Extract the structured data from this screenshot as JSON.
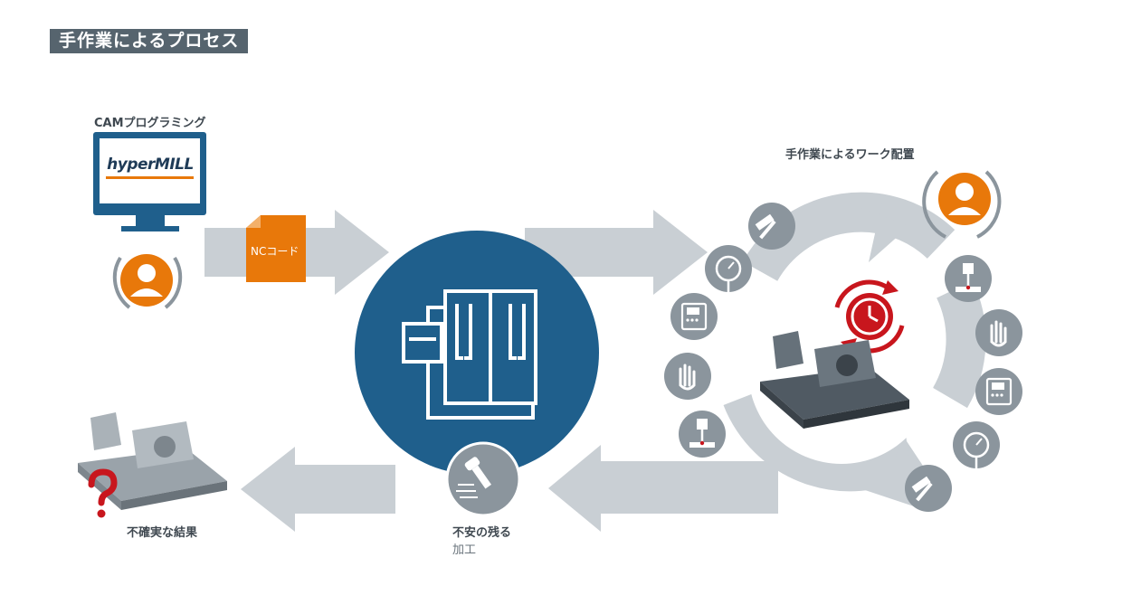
{
  "title": "手作業によるプロセス",
  "labels": {
    "cam": "CAMプログラミング",
    "logo": "hyperMILL",
    "nc": "NCコード",
    "manual_setup": "手作業によるワーク配置",
    "uncertain_result": "不確実な結果",
    "anxious_line1": "不安の残る",
    "anxious_line2": "加工"
  },
  "colors": {
    "arrow_gray": "#c9cfd4",
    "circle_blue": "#1f5f8c",
    "monitor_blue": "#1f5f8c",
    "orange": "#e8780a",
    "icon_gray": "#8b959d",
    "alarm_red": "#c8161d",
    "question_red": "#c8161d"
  },
  "icons": [
    "monitor-icon",
    "person-icon",
    "document-icon",
    "machine-icon",
    "hammer-icon",
    "gauge-icon",
    "control-panel-icon",
    "hand-icon",
    "probe-icon",
    "clock-icon",
    "spindle-icon",
    "workpiece-icon",
    "question-icon"
  ]
}
